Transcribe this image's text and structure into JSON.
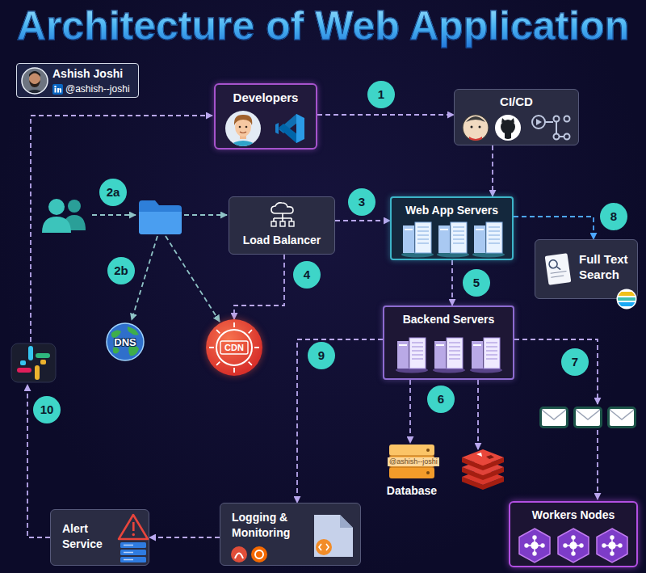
{
  "diagram": {
    "title": "Architecture of Web Application",
    "nodes": [
      {
        "text": [
          "Ashish Joshi",
          "@ashish--joshi"
        ]
      },
      {
        "text": [
          "Developers"
        ]
      },
      {
        "text": [
          "CI/CD"
        ]
      },
      {
        "text": [
          "Load Balancer"
        ]
      },
      {
        "text": [
          "Web App Servers"
        ]
      },
      {
        "text": [
          "Full Text Search"
        ]
      },
      {
        "text": [
          "DNS"
        ]
      },
      {
        "text": [
          "CDN"
        ]
      },
      {
        "text": [
          "Backend Servers"
        ]
      },
      {
        "text": [
          "Database"
        ]
      },
      {
        "text": [
          "Workers Nodes"
        ]
      },
      {
        "text": [
          "Alert Service"
        ]
      },
      {
        "text": [
          "Logging & Monitoring"
        ]
      }
    ],
    "edges": [
      {
        "from": 1,
        "to": 2,
        "arrow": "to"
      },
      {
        "from": 2,
        "to": 4,
        "arrow": "to"
      },
      {
        "from": 3,
        "to": 4,
        "arrow": "to"
      },
      {
        "from": 3,
        "to": 7,
        "arrow": "to"
      },
      {
        "from": 4,
        "to": 5,
        "arrow": "to"
      },
      {
        "from": 4,
        "to": 8,
        "arrow": "to"
      },
      {
        "from": 8,
        "to": 9,
        "arrow": "to"
      },
      {
        "from": 8,
        "to": 12,
        "arrow": "to"
      },
      {
        "from": 12,
        "to": 11,
        "arrow": "to"
      }
    ],
    "labels": [
      "1",
      "2a",
      "2b",
      "3",
      "4",
      "5",
      "6",
      "7",
      "8",
      "9",
      "10",
      "@ashish--joshi"
    ]
  }
}
